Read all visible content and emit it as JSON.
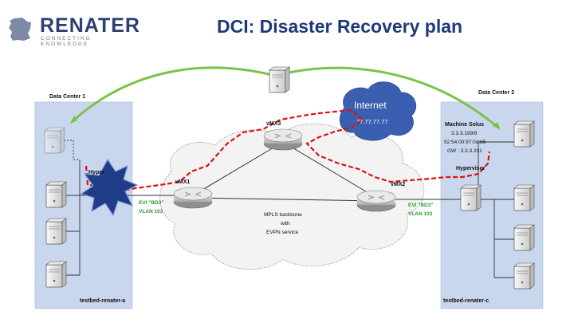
{
  "header": {
    "logo_text": "RENATER",
    "logo_tagline": "CONNECTING KNOWLEDGE",
    "title": "DCI: Disaster Recovery plan"
  },
  "diagram": {
    "dc1_label": "Data Center 1",
    "dc2_label": "Data Center 2",
    "dc1_footer": "testbed-renater-a",
    "dc2_footer": "testbed-renater-c",
    "internet_label": "Internet",
    "internet_ip": "77.77.77.77",
    "router_vmx1": "vMX1",
    "router_vmx2": "vMX2",
    "router_vmx3": "vMX3",
    "mpls_line1": "MPLS backbone",
    "mpls_line2": "with",
    "mpls_line3": "EVPN service",
    "evi_left_1": "EVI \"BD3\"",
    "evi_left_2": "VLAN 103",
    "evi_right_1": "EVI \"BD3\"",
    "evi_right_2": "VLAN 103",
    "hypervisor_left": "Hyper",
    "hypervisor_right": "Hypervisor",
    "machine_name": "Machine Solus",
    "machine_ip": "3.3.3.199/8",
    "machine_mac": "52:54:00:97:0d:b5",
    "machine_gw": "GW : 3.3.3.201",
    "colors": {
      "dc_panel": "#c9d7ee",
      "green_link": "#7cc24a",
      "red_path": "#dd1111",
      "internet_cloud": "#3b5fb0",
      "explosion": "#1f3c88"
    }
  }
}
